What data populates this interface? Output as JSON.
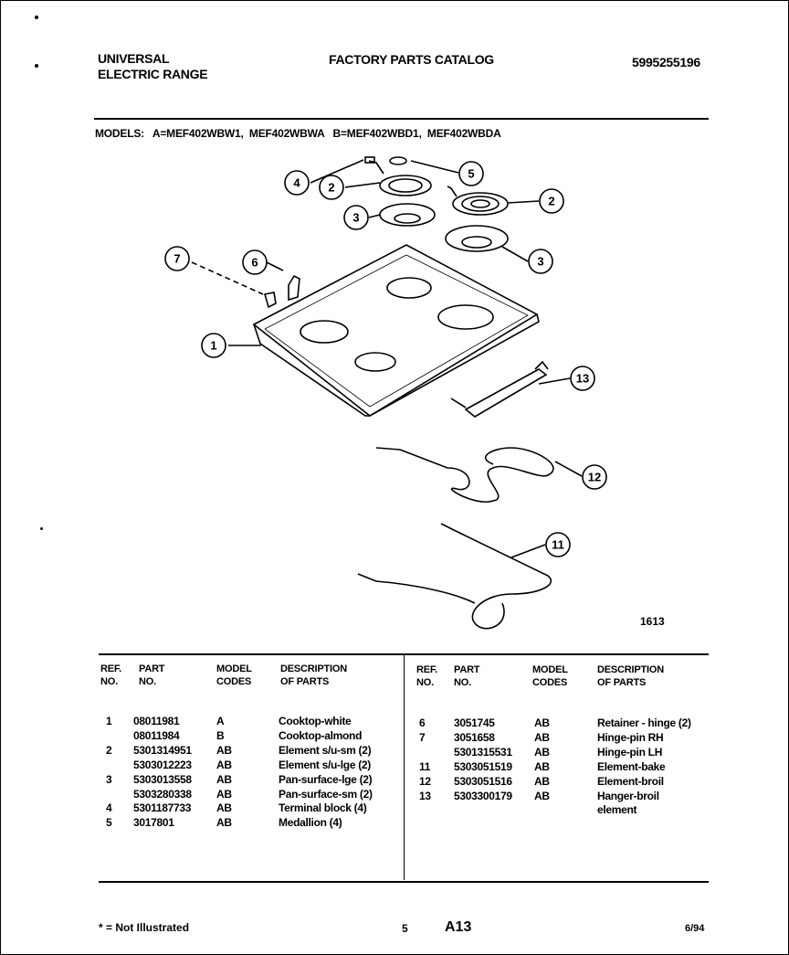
{
  "header": {
    "title_line1": "UNIVERSAL",
    "title_line2": "ELECTRIC RANGE",
    "catalog": "FACTORY PARTS CATALOG",
    "catalog_number": "5995255196"
  },
  "models_line": "MODELS:   A=MEF402WBW1,  MEF402WBWA   B=MEF402WBD1,  MEF402WBDA",
  "illustration_number": "1613",
  "callouts": [
    "1",
    "2",
    "2",
    "3",
    "3",
    "4",
    "5",
    "6",
    "7",
    "11",
    "12",
    "13"
  ],
  "table": {
    "headers": {
      "ref": [
        "REF.",
        "NO."
      ],
      "part": [
        "PART",
        "NO."
      ],
      "model": [
        "MODEL",
        "CODES"
      ],
      "desc": [
        "DESCRIPTION",
        "OF PARTS"
      ]
    },
    "left_rows": [
      {
        "ref": "1",
        "part": "08011981",
        "code": "A",
        "desc": "Cooktop-white"
      },
      {
        "ref": "",
        "part": "08011984",
        "code": "B",
        "desc": "Cooktop-almond"
      },
      {
        "ref": "2",
        "part": "5301314951",
        "code": "AB",
        "desc": "Element s/u-sm (2)"
      },
      {
        "ref": "",
        "part": "5303012223",
        "code": "AB",
        "desc": "Element s/u-lge (2)"
      },
      {
        "ref": "3",
        "part": "5303013558",
        "code": "AB",
        "desc": "Pan-surface-lge (2)"
      },
      {
        "ref": "",
        "part": "5303280338",
        "code": "AB",
        "desc": "Pan-surface-sm (2)"
      },
      {
        "ref": "4",
        "part": "5301187733",
        "code": "AB",
        "desc": "Terminal block (4)"
      },
      {
        "ref": "5",
        "part": "3017801",
        "code": "AB",
        "desc": "Medallion (4)"
      }
    ],
    "right_rows": [
      {
        "ref": "6",
        "part": "3051745",
        "code": "AB",
        "desc": "Retainer - hinge (2)"
      },
      {
        "ref": "7",
        "part": "3051658",
        "code": "AB",
        "desc": "Hinge-pin RH"
      },
      {
        "ref": "",
        "part": "5301315531",
        "code": "AB",
        "desc": "Hinge-pin LH"
      },
      {
        "ref": "11",
        "part": "5303051519",
        "code": "AB",
        "desc": "Element-bake"
      },
      {
        "ref": "12",
        "part": "5303051516",
        "code": "AB",
        "desc": "Element-broil"
      },
      {
        "ref": "13",
        "part": "5303300179",
        "code": "AB",
        "desc": "Hanger-broil"
      },
      {
        "ref": "",
        "part": "",
        "code": "",
        "desc": "element"
      }
    ]
  },
  "footer": {
    "note": "* = Not Illustrated",
    "page": "5",
    "section": "A13",
    "date": "6/94"
  }
}
